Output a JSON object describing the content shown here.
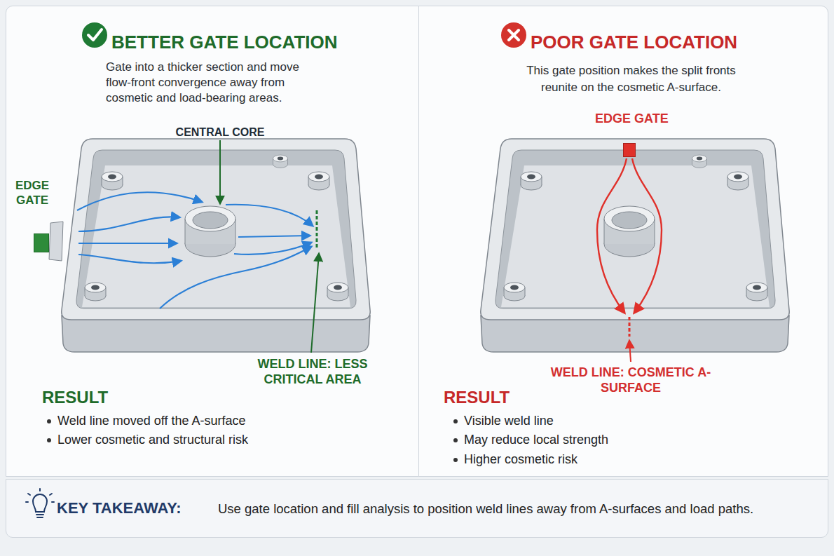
{
  "diagram": {
    "nodes": [
      {
        "text": [
          "BETTER GATE LOCATION",
          "Gate into a thicker section and move flow-front convergence away from cosmetic and load-bearing areas."
        ]
      },
      {
        "text": [
          "EDGE GATE"
        ],
        "in": 0
      },
      {
        "text": [
          "POOR GATE LOCATION",
          "This gate position makes the split fronts reunite on the cosmetic A-surface."
        ]
      },
      {
        "text": [
          "EDGE GATE"
        ],
        "in": 2
      },
      {
        "text": [
          "KEY TAKEAWAY:",
          "Use gate location and fill analysis to position weld lines away from A-surfaces and load paths."
        ]
      }
    ],
    "labels": [
      "CENTRAL CORE",
      "WELD LINE: LESS CRITICAL AREA",
      "RESULT",
      "Weld line moved off the A-surface",
      "Lower cosmetic and structural risk",
      "WELD LINE: COSMETIC A-SURFACE",
      "RESULT",
      "Visible weld line",
      "May reduce local strength",
      "Higher cosmetic risk"
    ]
  }
}
